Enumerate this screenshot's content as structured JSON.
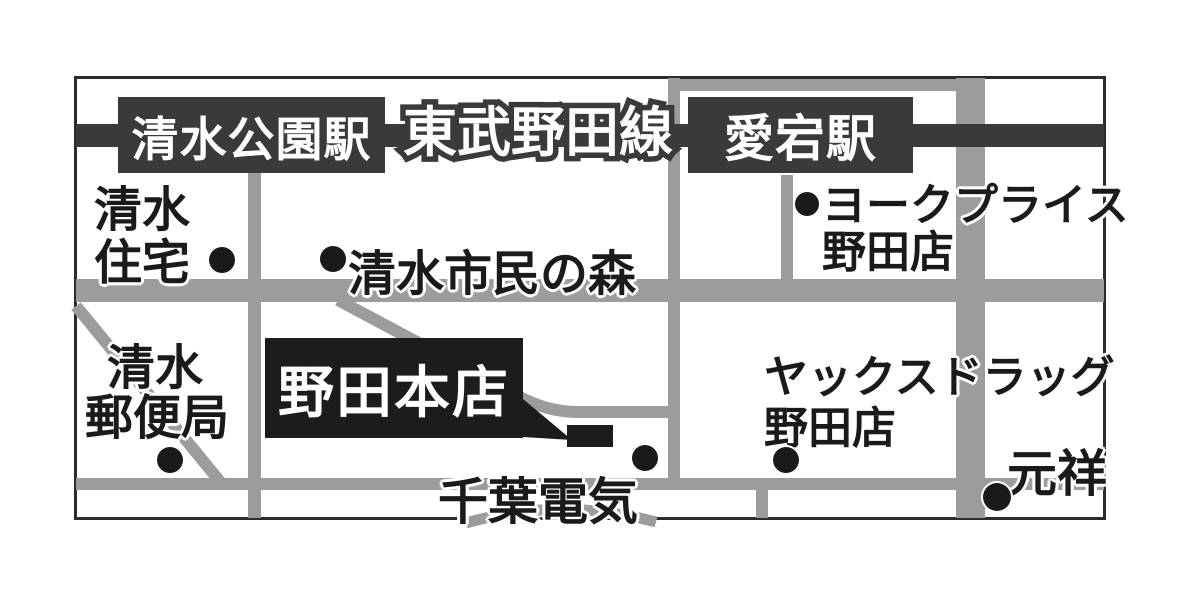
{
  "railway": {
    "line_label": "東武野田線",
    "stations": {
      "shimizu_koen": "清水公園駅",
      "atago": "愛宕駅"
    }
  },
  "destination": {
    "label": "野田本店"
  },
  "landmarks": {
    "shimizu_jutaku": {
      "line1": "清水",
      "line2": "住宅"
    },
    "shimizu_shimin_no_mori": {
      "label": "清水市民の森"
    },
    "york_price": {
      "line1": "ヨークプライス",
      "line2": "野田店"
    },
    "shimizu_post_office": {
      "line1": "清水",
      "line2": "郵便局"
    },
    "chiba_denki": {
      "label": "千葉電気"
    },
    "yacks_drug": {
      "line1": "ヤックスドラッグ",
      "line2": "野田店"
    },
    "gensho": {
      "label": "元祥"
    }
  },
  "colors": {
    "road": "#9c9c9c",
    "railway": "#3a3a3a",
    "station_box": "#3a3a3a",
    "destination_box": "#1c1c1c",
    "label_text": "#1a1a1a",
    "frame_border": "#2b2b2b",
    "background": "#ffffff"
  }
}
